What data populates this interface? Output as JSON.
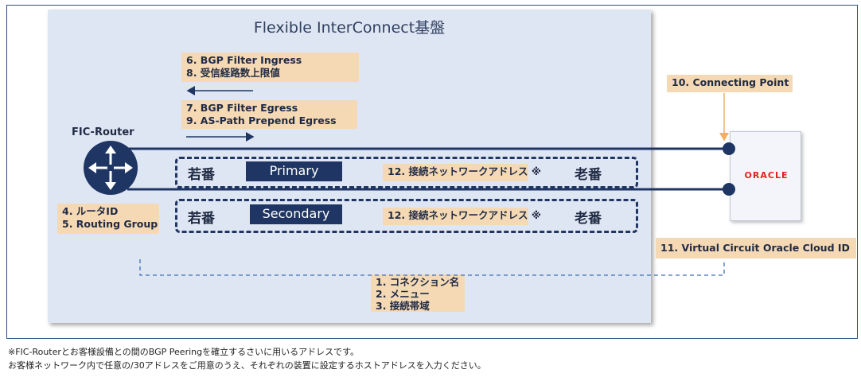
{
  "diagram": {
    "fic_title": "Flexible  InterConnect基盤",
    "router_label": "FIC-Router",
    "ingress": {
      "line1": "6. BGP Filter Ingress",
      "line2": "8. 受信経路数上限値"
    },
    "egress": {
      "line1": "7. BGP Filter Egress",
      "line2": "9. AS-Path Prepend Egress"
    },
    "router_info": {
      "line1": "4. ルータID",
      "line2": "5. Routing Group"
    },
    "primary": {
      "left": "若番",
      "name": "Primary",
      "address": "12. 接続ネットワークアドレス ※",
      "right": "老番"
    },
    "secondary": {
      "left": "若番",
      "name": "Secondary",
      "address": "12. 接続ネットワークアドレス ※",
      "right": "老番"
    },
    "connecting_point": "10. Connecting Point",
    "virtual_circuit": "11. Virtual Circuit Oracle Cloud ID",
    "connection": {
      "line1": "1.  コネクション名",
      "line2": "2.   メニュー",
      "line3": "3. 接続帯域"
    },
    "oracle_logo": "ORACLE",
    "icons": {
      "router": "router-icon"
    },
    "colors": {
      "navy": "#1f3563",
      "label_bg": "#f5d9b4",
      "fic_bg": "#dfe6f3",
      "arrow": "#f0b060"
    }
  },
  "notes": {
    "line1": "※FIC-Routerとお客様設備との間のBGP Peeringを確立するさいに用いるアドレスです。",
    "line2": "お客様ネットワーク内で任意の/30アドレスをご用意のうえ、それぞれの装置に設定するホストアドレスを入力ください。"
  }
}
